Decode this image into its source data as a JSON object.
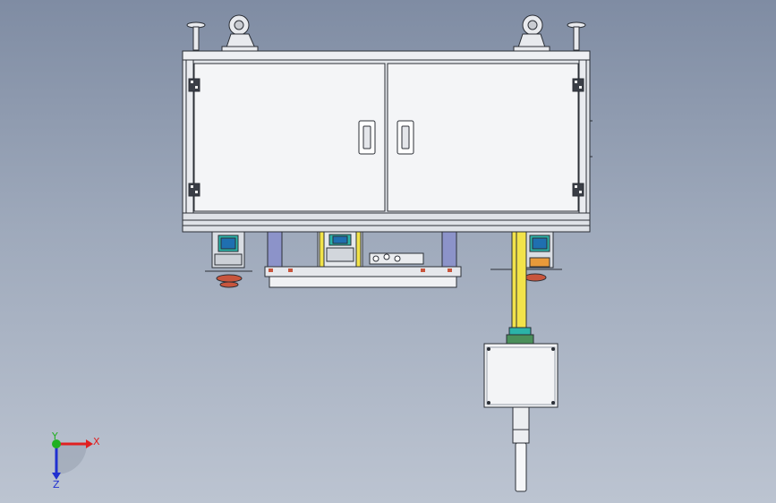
{
  "triad": {
    "x_label": "X",
    "y_label": "Y",
    "z_label": "Z"
  },
  "colors": {
    "background_top": "#7f8ca3",
    "background_bottom": "#bcc4d1",
    "panel_fill": "#f4f5f7",
    "frame_fill": "#e3e6ea",
    "outline": "#2b2f36",
    "bracket_blue": "#8c93c9",
    "accent_yellow": "#f2e34a",
    "accent_teal": "#2bb3a8",
    "accent_orange": "#e89a3a",
    "accent_red": "#c8553d",
    "axis_x": "#e02020",
    "axis_y": "#20b020",
    "axis_z": "#2030d0"
  },
  "parts": {
    "door_handle_icon": "handle-icon",
    "caster_icon": "caster-wheel-icon",
    "leveling_foot_icon": "leveling-foot-icon"
  }
}
